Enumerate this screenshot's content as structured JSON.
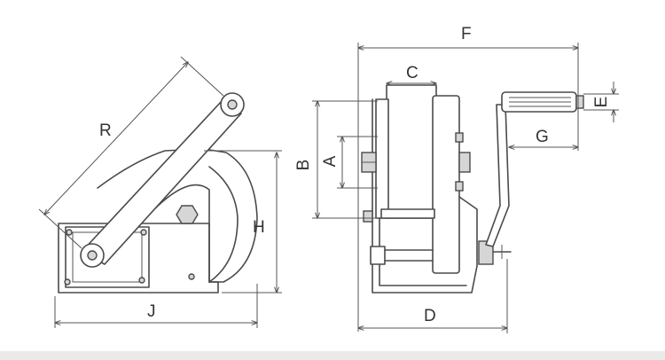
{
  "diagram": {
    "subject": "hand winch with crank handle - side and front views with dimension callouts",
    "labels": {
      "R": "R",
      "H": "H",
      "J": "J",
      "F": "F",
      "C": "C",
      "B": "B",
      "A": "A",
      "G": "G",
      "E": "E",
      "D": "D"
    },
    "colors": {
      "line": "#4a4a4a",
      "fill": "#ffffff",
      "shaded": "#d6d6d6",
      "background": "#ffffff"
    }
  }
}
